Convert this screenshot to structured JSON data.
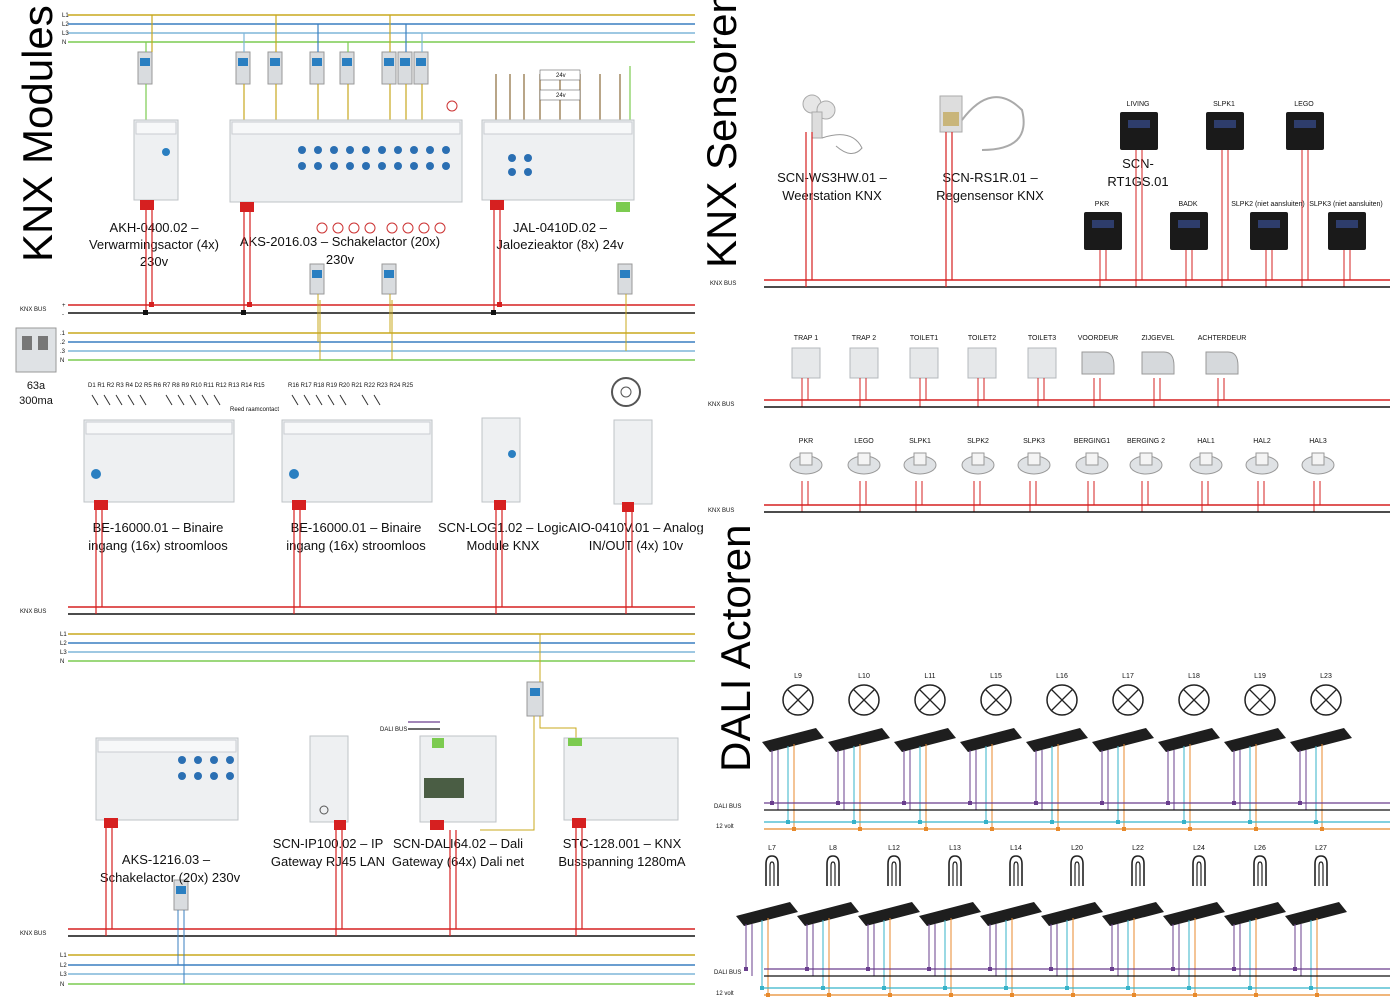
{
  "sections": {
    "knx_modules": "KNX Modules",
    "knx_sensoren": "KNX Sensoren",
    "dali_actoren": "DALI Actoren"
  },
  "bus_labels": {
    "knx_bus": "KNX BUS",
    "dali_bus": "DALI BUS",
    "dali_bus_upper": "DALI BUS",
    "volt12": "12 volt",
    "plus": "+",
    "minus": "-",
    "L1": "L1",
    "L2": "L2",
    "L3": "L3",
    "N": "N",
    "p1": ".1",
    "p2": ".2",
    "p3": ".3",
    "twenty_four_v": "24v"
  },
  "rcd": {
    "line1": "63a",
    "line2": "300ma"
  },
  "reed_label": "Reed raamcontact",
  "modules": {
    "akh": {
      "line1": "AKH-0400.02 –",
      "line2": "Verwarmingsactor (4x)",
      "line3": "230v"
    },
    "aks2016": {
      "line1": "AKS-2016.03 – Schakelactor (20x)",
      "line2": "230v"
    },
    "jal": {
      "line1": "JAL-0410D.02 –",
      "line2": "Jaloezieaktor (8x) 24v"
    },
    "be1": {
      "line1": "BE-16000.01 – Binaire",
      "line2": "ingang (16x) stroomloos"
    },
    "be2": {
      "line1": "BE-16000.01 – Binaire",
      "line2": "ingang (16x) stroomloos"
    },
    "log": {
      "line1": "SCN-LOG1.02 – Logic",
      "line2": "Module KNX"
    },
    "aio": {
      "line1": "AIO-0410V.01 – Analog",
      "line2": "IN/OUT (4x) 10v"
    },
    "aks1216": {
      "line1": "AKS-1216.03 –",
      "line2": "Schakelactor (20x) 230v"
    },
    "ip": {
      "line1": "SCN-IP100.02 – IP",
      "line2": "Gateway RJ45 LAN"
    },
    "dali": {
      "line1": "SCN-DALI64.02 – Dali",
      "line2": "Gateway (64x) Dali net"
    },
    "stc": {
      "line1": "STC-128.001 – KNX",
      "line2": "Busspanning 1280mA"
    }
  },
  "binary_inputs_be1": "D1 R1 R2 R3 R4 D2 R5 R6 R7    R8 R9 R10 R11 R12 R13 R14 R15",
  "binary_inputs_be2": "R16 R17 R18 R19 R20 R21 R22    R23 R24 R25",
  "sensors": {
    "weather": {
      "line1": "SCN-WS3HW.01 –",
      "line2": "Weerstation KNX"
    },
    "rain": {
      "line1": "SCN-RS1R.01 –",
      "line2": "Regensensor KNX"
    },
    "rt": {
      "line1": "SCN-",
      "line2": "RT1GS.01"
    },
    "room_labels": [
      "LIVING",
      "SLPK1",
      "LEGO",
      "PKR",
      "BADK",
      "SLPK2 (niet aansluiten)",
      "SLPK3 (niet aansluiten)"
    ],
    "motion_row1": [
      "TRAP 1",
      "TRAP 2",
      "TOILET1",
      "TOILET2",
      "TOILET3",
      "VOORDEUR",
      "ZIJGEVEL",
      "ACHTERDEUR"
    ],
    "motion_row2": [
      "PKR",
      "LEGO",
      "SLPK1",
      "SLPK2",
      "SLPK3",
      "BERGING1",
      "BERGING 2",
      "HAL1",
      "HAL2",
      "HAL3"
    ]
  },
  "dali": {
    "row1": [
      "L9",
      "L10",
      "L11",
      "L15",
      "L16",
      "L17",
      "L18",
      "L19",
      "L23"
    ],
    "row2": [
      "L7",
      "L8",
      "L12",
      "L13",
      "L14",
      "L20",
      "L22",
      "L24",
      "L26",
      "L27"
    ]
  },
  "colors": {
    "L1": "#c8a81e",
    "L2": "#3a7fc1",
    "L3": "#7fb6d9",
    "N": "#7ccb50",
    "bus_plus": "#d62020",
    "bus_minus": "#111111",
    "dali_purple": "#6a3f8e",
    "dali_orange": "#e88a2c",
    "dali_cyan": "#36b3c9"
  }
}
